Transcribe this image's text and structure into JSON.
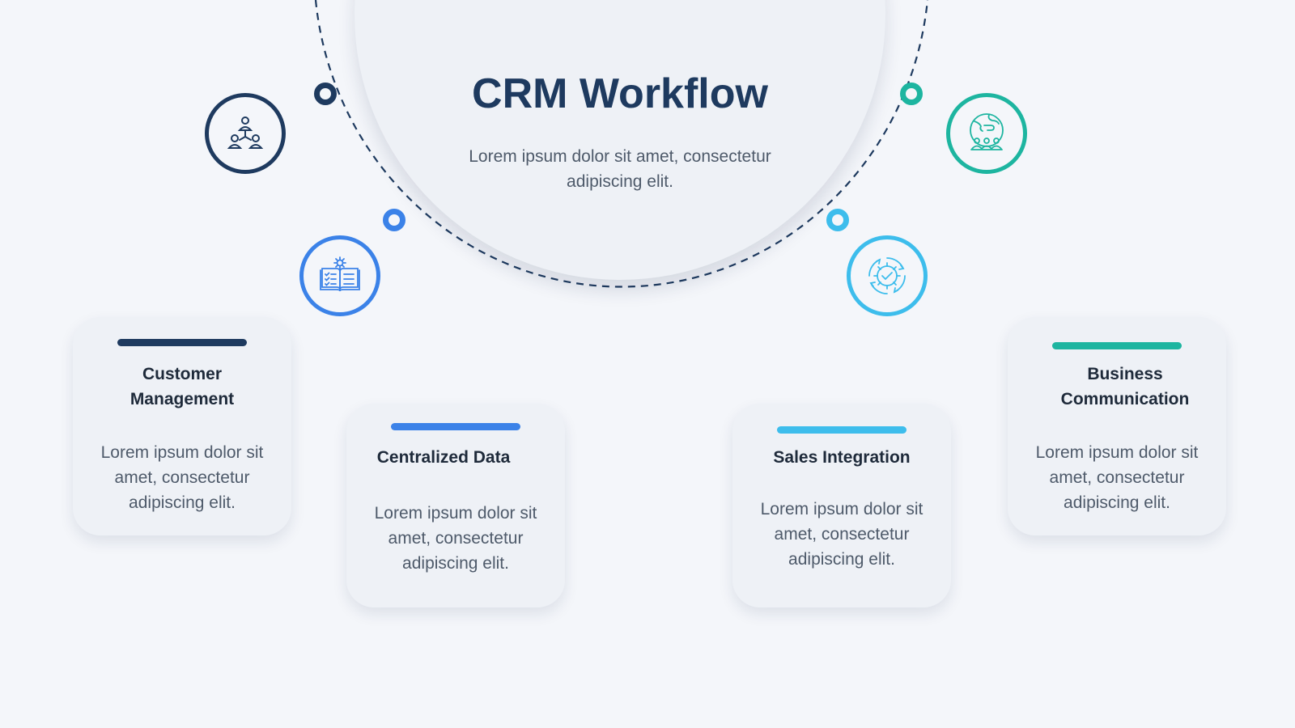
{
  "title": "CRM Workflow",
  "subtitle": "Lorem ipsum dolor sit amet, consectetur adipiscing elit.",
  "colors": {
    "navy": "#1e3a5f",
    "blue": "#3b82e8",
    "sky": "#3dbdec",
    "teal": "#1db5a0",
    "background": "#f4f6fa",
    "card": "#eef1f6",
    "dashed_arc": "#1e3a5f"
  },
  "steps": [
    {
      "title": "Customer Management",
      "text": "Lorem ipsum dolor sit amet, consectetur adipiscing elit.",
      "icon": "people-network-icon",
      "color": "navy"
    },
    {
      "title": "Centralized Data",
      "text": "Lorem ipsum dolor sit amet, consectetur adipiscing elit.",
      "icon": "book-gear-icon",
      "color": "blue"
    },
    {
      "title": "Sales Integration",
      "text": "Lorem ipsum dolor sit amet, consectetur adipiscing elit.",
      "icon": "gear-check-icon",
      "color": "sky"
    },
    {
      "title": "Business Communication",
      "text": "Lorem ipsum dolor sit amet, consectetur adipiscing elit.",
      "icon": "globe-team-icon",
      "color": "teal"
    }
  ]
}
